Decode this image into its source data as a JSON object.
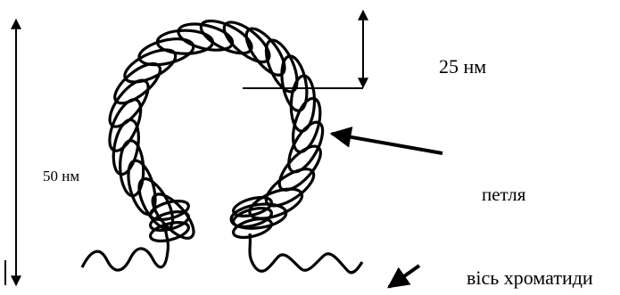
{
  "labels": {
    "dimension_25": "25 нм",
    "dimension_50": "50 нм",
    "loop": "петля",
    "chromatid_axis": "вісь хроматиди"
  },
  "colors": {
    "ink": "#000000",
    "background": "#ffffff"
  }
}
